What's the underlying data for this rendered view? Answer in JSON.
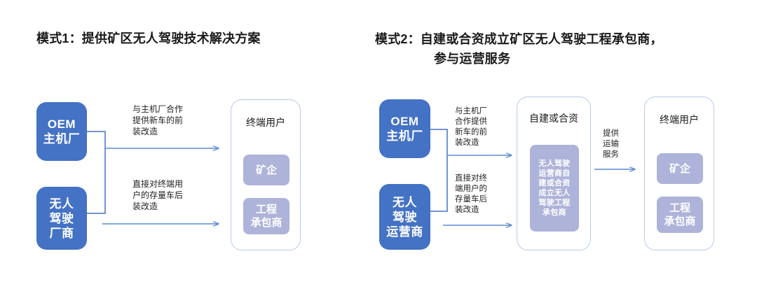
{
  "colors": {
    "source_box_blue": "#4472C4",
    "chip_lavender": "#AEB3D9",
    "container_border": "#B9CCE8",
    "arrow_blue": "#5B8BD0",
    "title_text": "#1A1A1A"
  },
  "panels": [
    {
      "id": "mode-1",
      "title": "模式1：提供矿区无人驾驶技术解决方案",
      "sources": [
        {
          "id": "oem",
          "label": "OEM\n主机厂"
        },
        {
          "id": "av-vendor",
          "label": "无人\n驾驶\n厂商"
        }
      ],
      "edges": [
        {
          "id": "edge-front-install",
          "label": "与主机厂合作\n提供新车的前\n装改造"
        },
        {
          "id": "edge-retrofit",
          "label": "直接对终端用\n户的存量车后\n装改造"
        }
      ],
      "containers": [
        {
          "id": "end-users",
          "title": "终端用户",
          "chips": [
            {
              "id": "mining-enterprise",
              "label": "矿企"
            },
            {
              "id": "engineering-contractor",
              "label": "工程\n承包商"
            }
          ]
        }
      ]
    },
    {
      "id": "mode-2",
      "title_line1": "模式2：自建或合资成立矿区无人驾驶工程承包商，",
      "title_line2": "参与运营服务",
      "sources": [
        {
          "id": "oem",
          "label": "OEM\n主机厂"
        },
        {
          "id": "av-operator",
          "label": "无人\n驾驶\n运营商"
        }
      ],
      "edges": [
        {
          "id": "edge-front-install",
          "label": "与主机厂\n合作提供\n新车的前\n装改造"
        },
        {
          "id": "edge-retrofit",
          "label": "直接对终\n端用户的\n存量车后\n装改造"
        },
        {
          "id": "edge-transport-service",
          "label": "提供\n运输\n服务"
        }
      ],
      "containers": [
        {
          "id": "self-built-or-jv",
          "title": "自建或合资",
          "chips": [
            {
              "id": "jv-contractor",
              "label": "无人驾驶\n运营商自\n建或合资\n成立无人\n驾驶工程\n承包商"
            }
          ]
        },
        {
          "id": "end-users",
          "title": "终端用户",
          "chips": [
            {
              "id": "mining-enterprise",
              "label": "矿企"
            },
            {
              "id": "engineering-contractor",
              "label": "工程\n承包商"
            }
          ]
        }
      ]
    }
  ]
}
